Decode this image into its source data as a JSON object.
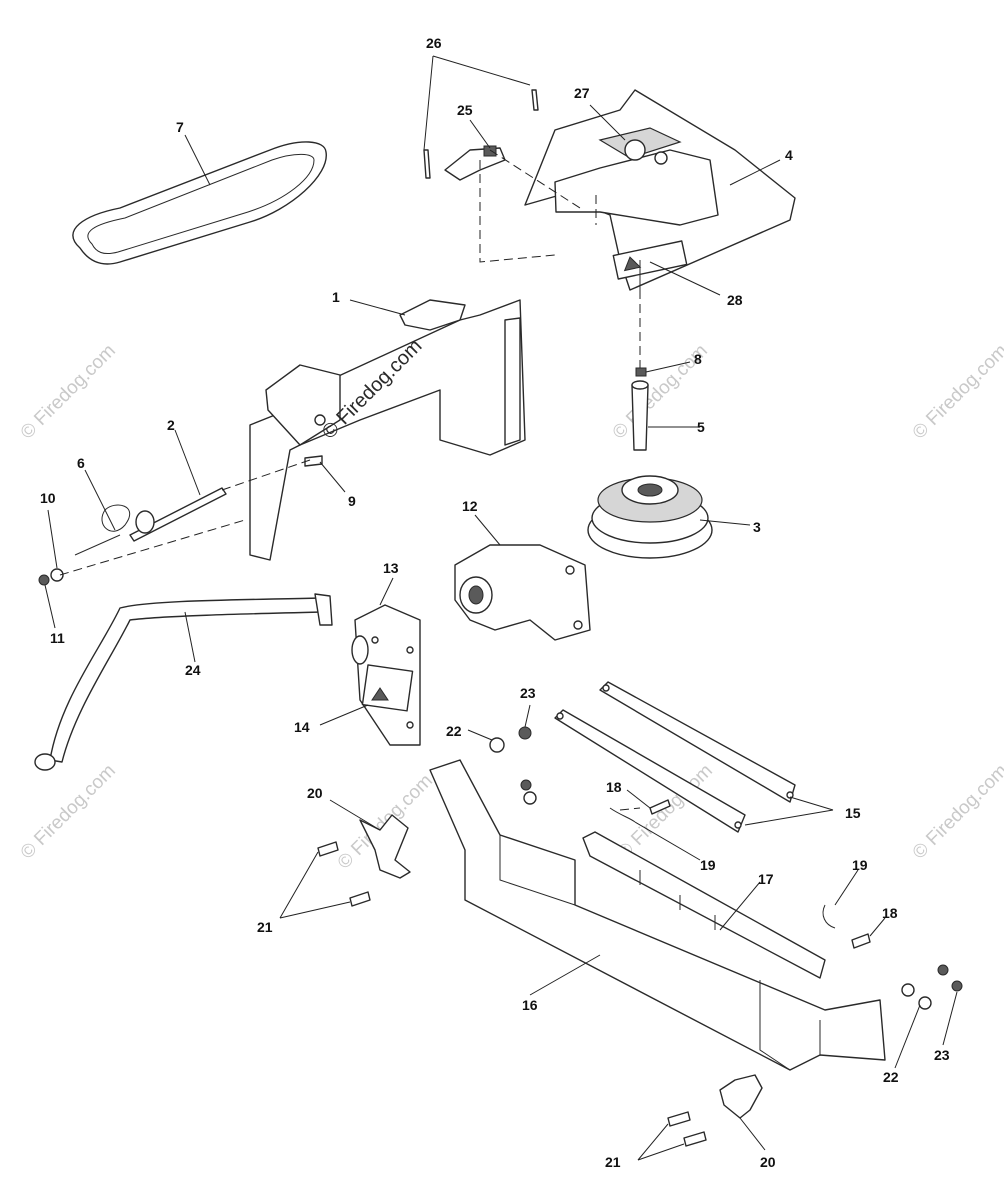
{
  "watermark": {
    "text": "© Firedog.com",
    "center_text": "© Firedog.com"
  },
  "callouts": {
    "c1": "1",
    "c2": "2",
    "c3": "3",
    "c4": "4",
    "c5": "5",
    "c6": "6",
    "c7": "7",
    "c8": "8",
    "c9": "9",
    "c10": "10",
    "c11": "11",
    "c12": "12",
    "c13": "13",
    "c14": "14",
    "c15": "15",
    "c16": "16",
    "c17": "17",
    "c18a": "18",
    "c18b": "18",
    "c19a": "19",
    "c19b": "19",
    "c20a": "20",
    "c20b": "20",
    "c21a": "21",
    "c21b": "21",
    "c22a": "22",
    "c22b": "22",
    "c23a": "23",
    "c23b": "23",
    "c24": "24",
    "c25": "25",
    "c26": "26",
    "c27": "27",
    "c28": "28"
  }
}
